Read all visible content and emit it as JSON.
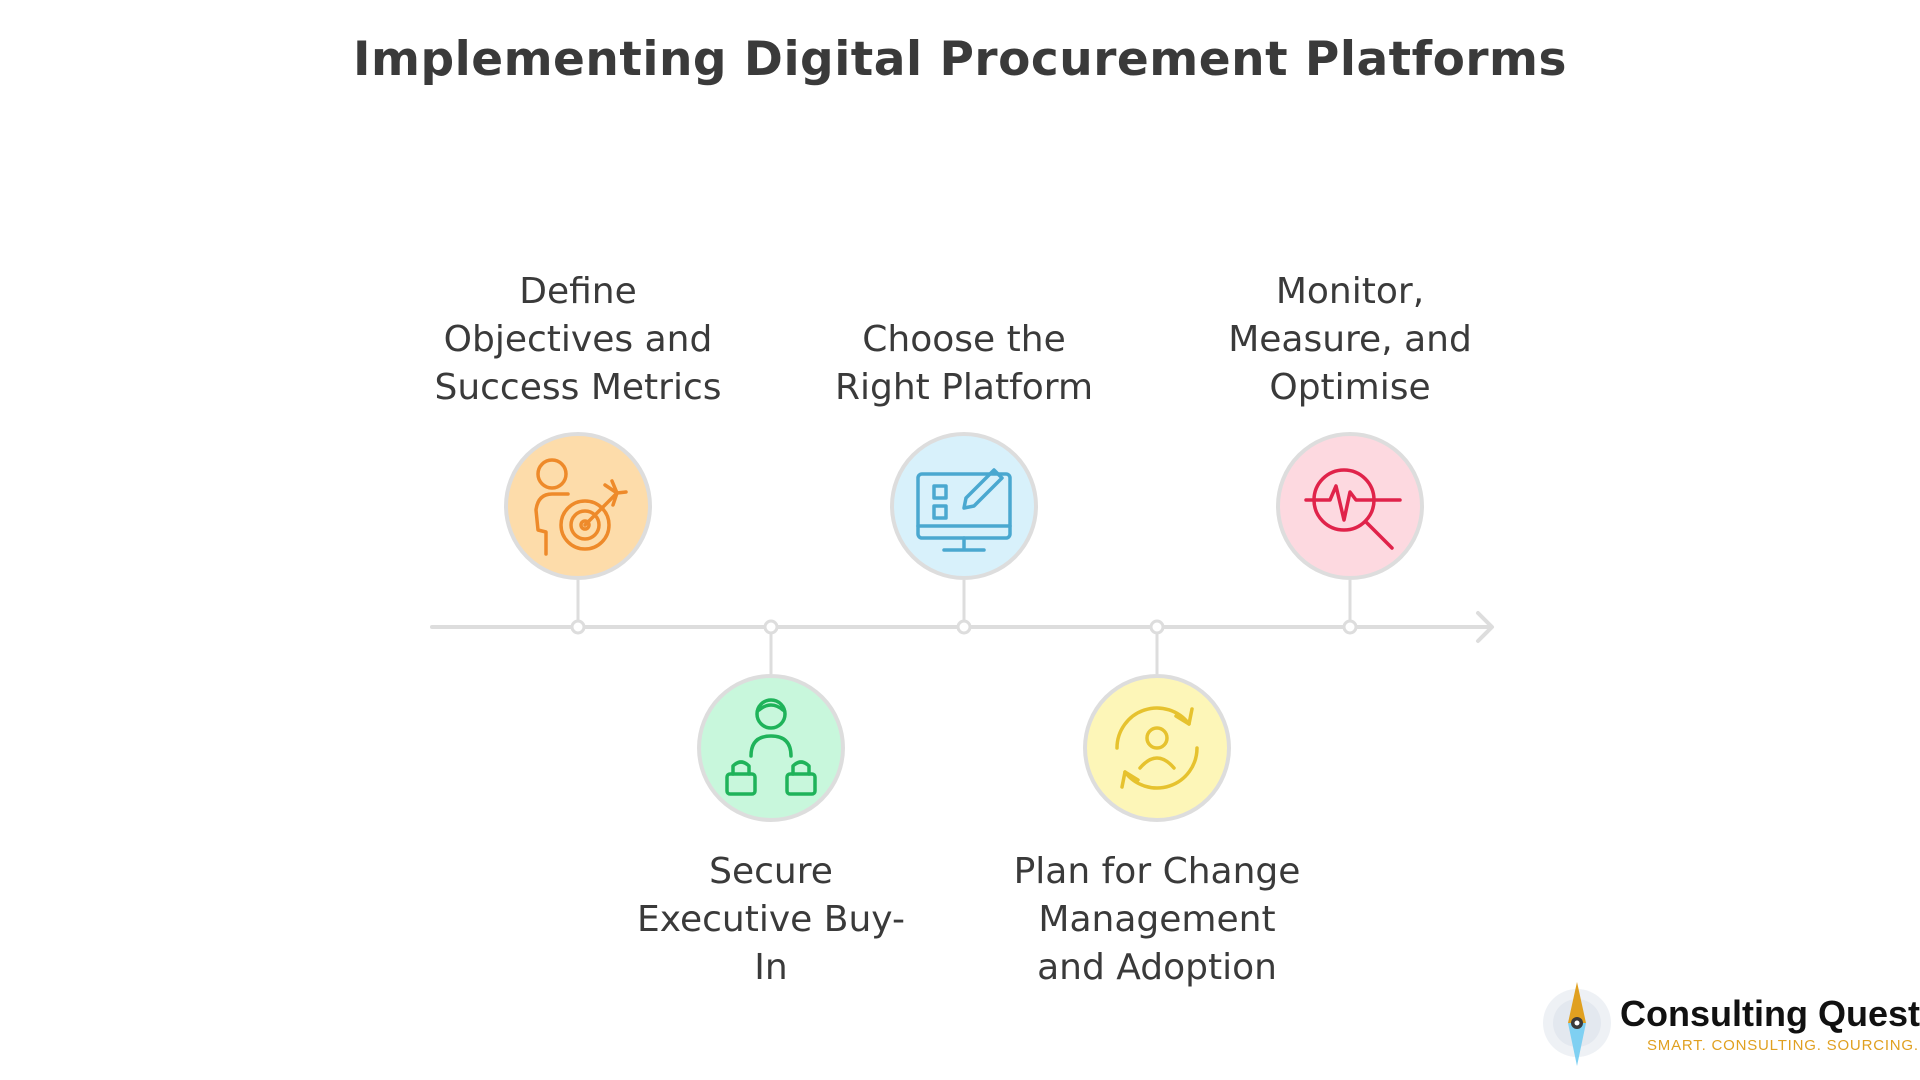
{
  "title": "Implementing Digital Procurement Platforms",
  "steps": [
    {
      "label": "Define Objectives and Success Metrics",
      "icon": "person-target-icon",
      "position": "above",
      "fill": "#fddcaa",
      "stroke": "#ee8a2a"
    },
    {
      "label": "Secure Executive Buy-In",
      "icon": "executive-handbags-icon",
      "position": "below",
      "fill": "#c8f7dc",
      "stroke": "#1fb35a"
    },
    {
      "label": "Choose the Right Platform",
      "icon": "monitor-checklist-icon",
      "position": "above",
      "fill": "#d8f1fb",
      "stroke": "#4aa8d0"
    },
    {
      "label": "Plan for Change Management and Adoption",
      "icon": "person-cycle-icon",
      "position": "below",
      "fill": "#fdf6b8",
      "stroke": "#e6c22e"
    },
    {
      "label": "Monitor, Measure, and Optimise",
      "icon": "pulse-magnifier-icon",
      "position": "above",
      "fill": "#fdd9e0",
      "stroke": "#e0234a"
    }
  ],
  "logo": {
    "name": "Consulting Quest",
    "tagline": "SMART. CONSULTING. SOURCING.",
    "icon": "compass-needle-icon"
  }
}
